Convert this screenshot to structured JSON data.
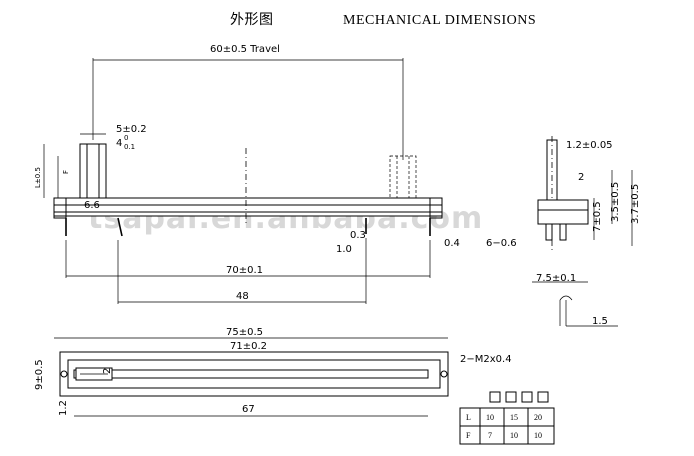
{
  "header": {
    "title_cn": "外形图",
    "title_en": "MECHANICAL DIMENSIONS"
  },
  "watermark": "tsapai.en.alibaba.com",
  "front_view": {
    "travel": "60±0.5  Travel",
    "knob_width": "5±0.2",
    "knob_thickness": "4",
    "knob_tol_upper": "0",
    "knob_tol_lower": "0.1",
    "knob_height_label": "L±0.5",
    "knob_f_label": "F",
    "lead_offset": "6.6",
    "pin_gap": "0.3",
    "pin_width": "1.0",
    "pin_thickness": "0.4",
    "pin_span": "70±0.1",
    "center_span": "48"
  },
  "side_view": {
    "shaft_width": "1.2±0.05",
    "shaft_step": "2",
    "height_a": "7±0.5",
    "height_b": "3.5±0.5",
    "height_c": "3.7±0.5",
    "pins": "6−0.6",
    "width": "7.5±0.1",
    "pin_depth": "1.5"
  },
  "top_view": {
    "length": "75±0.5",
    "inner_length": "71±0.2",
    "height": "9±0.5",
    "slot_width": "2",
    "mount_holes": "2−M2x0.4",
    "edge": "1.2",
    "slot_length": "67"
  },
  "options_table": {
    "rows": [
      {
        "label": "L",
        "values": [
          "10",
          "15",
          "20"
        ]
      },
      {
        "label": "F",
        "values": [
          "7",
          "10",
          "10"
        ]
      }
    ]
  }
}
